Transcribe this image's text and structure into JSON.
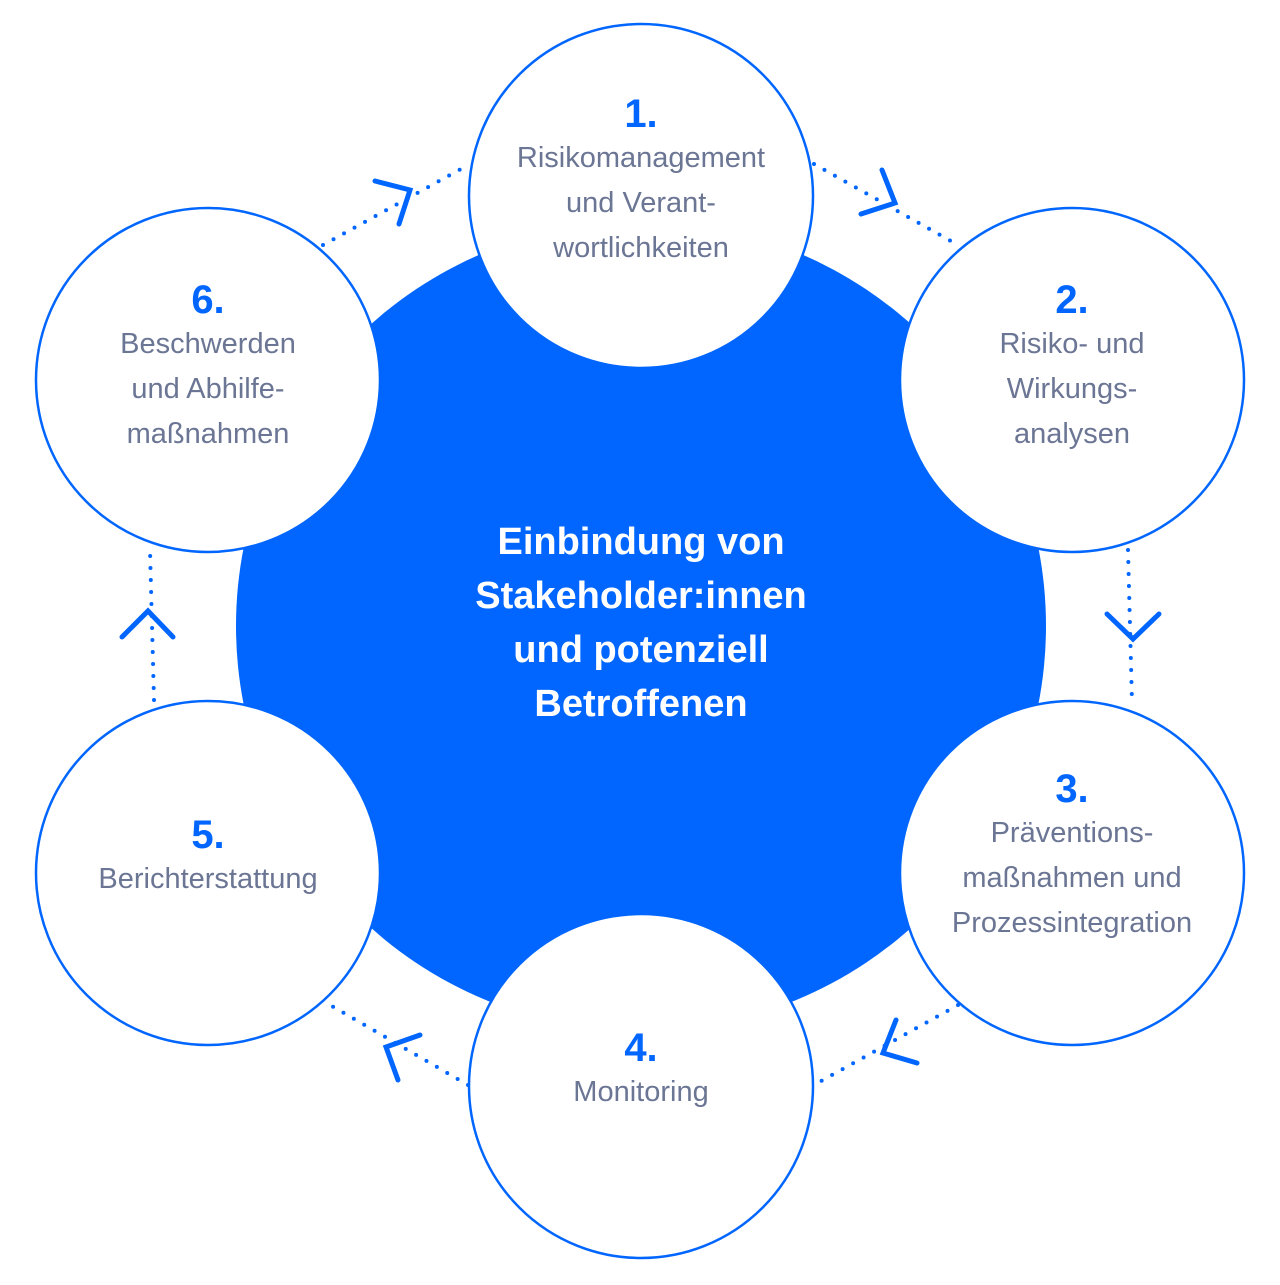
{
  "colors": {
    "accent": "#0066ff",
    "text": "#6b7594",
    "center_text": "#ffffff",
    "background": "#ffffff"
  },
  "center": {
    "lines": [
      "Einbindung von",
      "Stakeholder:innen",
      "und potenziell",
      "Betroffenen"
    ]
  },
  "steps": [
    {
      "number": "1.",
      "lines": [
        "Risikomanagement",
        "und Verant-",
        "wortlichkeiten"
      ]
    },
    {
      "number": "2.",
      "lines": [
        "Risiko- und",
        "Wirkungs-",
        "analysen"
      ]
    },
    {
      "number": "3.",
      "lines": [
        "Präventions-",
        "maßnahmen und",
        "Prozessintegration"
      ]
    },
    {
      "number": "4.",
      "lines": [
        "Monitoring"
      ]
    },
    {
      "number": "5.",
      "lines": [
        "Berichterstattung"
      ]
    },
    {
      "number": "6.",
      "lines": [
        "Beschwerden",
        "und Abhilfe-",
        "maßnahmen"
      ]
    }
  ],
  "connectors": [
    {
      "from": "6",
      "to": "1",
      "arrow": "chevron-right-up-icon"
    },
    {
      "from": "1",
      "to": "2",
      "arrow": "chevron-right-down-icon"
    },
    {
      "from": "2",
      "to": "3",
      "arrow": "chevron-down-icon"
    },
    {
      "from": "3",
      "to": "4",
      "arrow": "chevron-left-down-icon"
    },
    {
      "from": "4",
      "to": "5",
      "arrow": "chevron-left-up-icon"
    },
    {
      "from": "5",
      "to": "6",
      "arrow": "chevron-up-icon"
    }
  ]
}
